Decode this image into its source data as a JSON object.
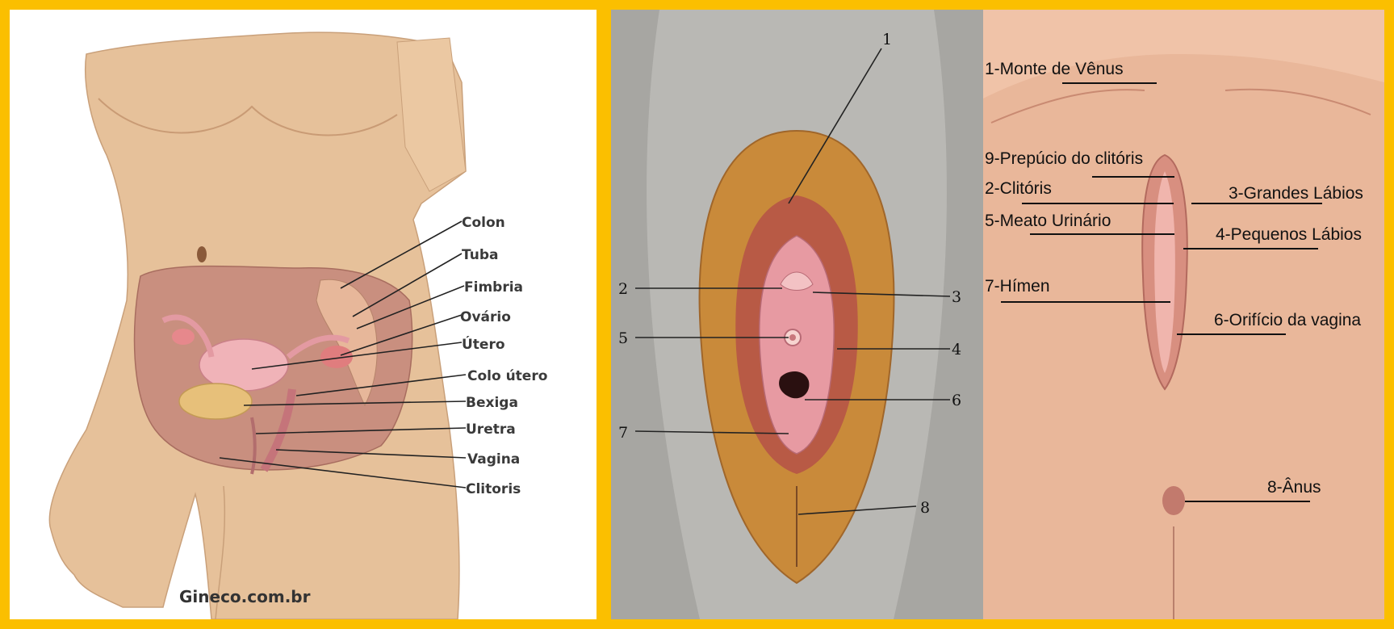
{
  "left_panel": {
    "labels": [
      "Colon",
      "Tuba",
      "Fimbria",
      "Ovário",
      "Útero",
      "Colo útero",
      "Bexiga",
      "Uretra",
      "Vagina",
      "Clitoris"
    ],
    "credit": "Gineco.com.br"
  },
  "middle_panel": {
    "numbers": [
      "1",
      "2",
      "3",
      "5",
      "4",
      "6",
      "7",
      "8"
    ]
  },
  "right_panel": {
    "labels": [
      "1-Monte de Vênus",
      "9-Prepúcio do clitóris",
      "2-Clitóris",
      "3-Grandes Lábios",
      "5-Meato Urinário",
      "4-Pequenos Lábios",
      "7-Hímen",
      "6-Orifício da vagina",
      "8-Ânus"
    ]
  },
  "colors": {
    "frame": "#fbbf00",
    "skin": "#e8c29a",
    "background_mid": "#b9b8b4",
    "background_right": "#e9b79a"
  }
}
